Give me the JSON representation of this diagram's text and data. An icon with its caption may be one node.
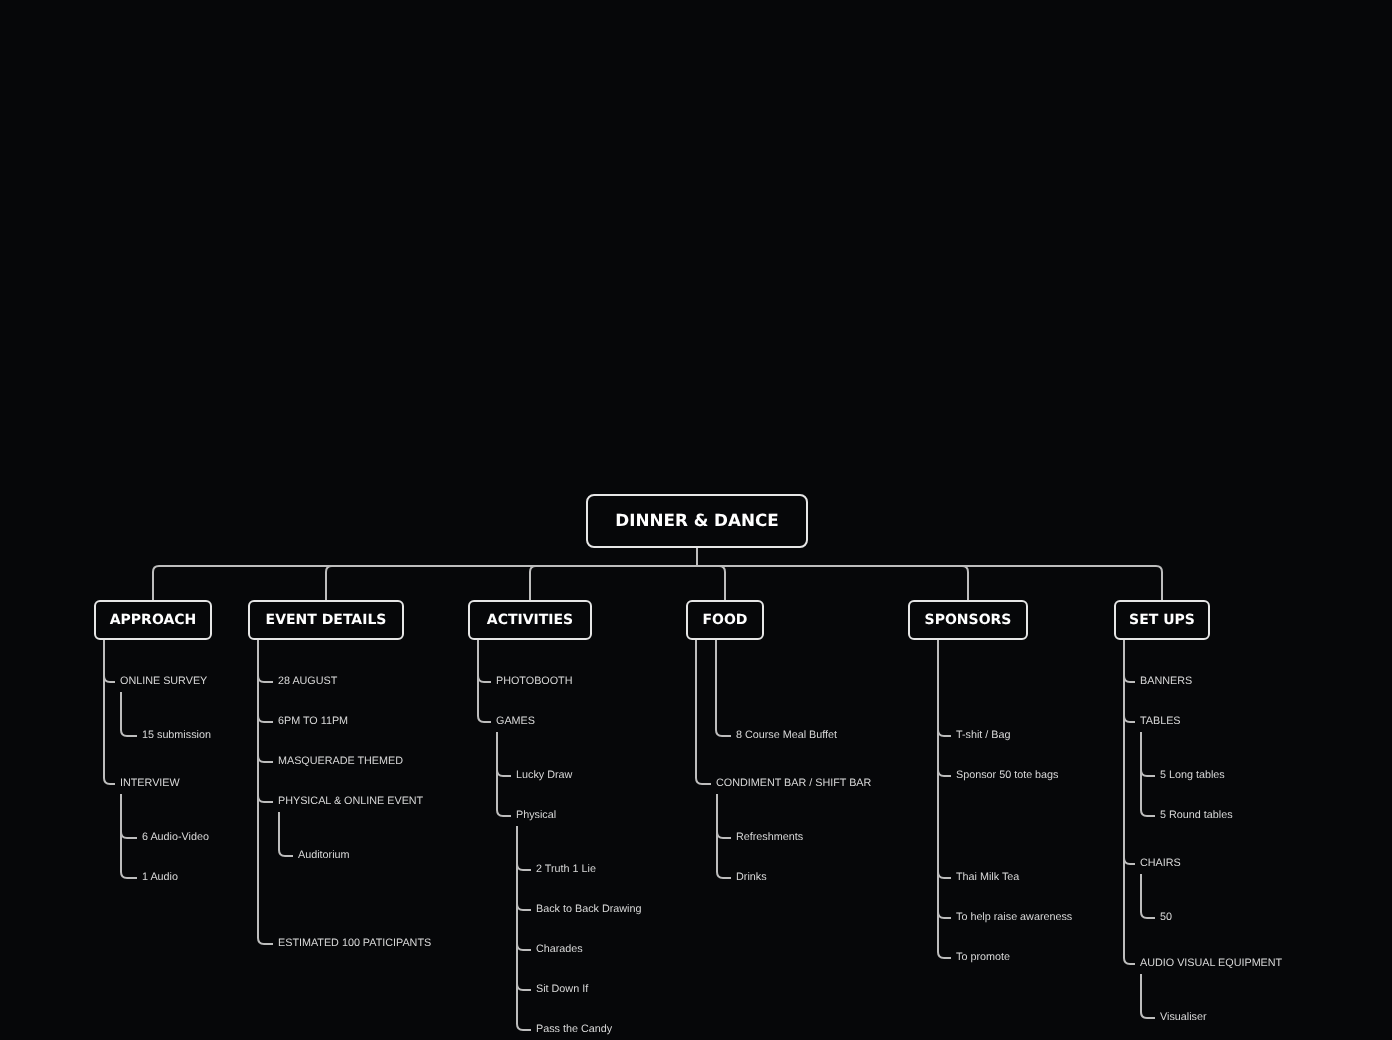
{
  "diagram": {
    "nodes": [
      {
        "text": [
          "DINNER & DANCE"
        ]
      },
      {
        "text": [
          "APPROACH"
        ]
      },
      {
        "text": [
          "ONLINE SURVEY"
        ]
      },
      {
        "text": [
          "15 submission"
        ]
      },
      {
        "text": [
          "INTERVIEW"
        ]
      },
      {
        "text": [
          "6 Audio-Video"
        ]
      },
      {
        "text": [
          "1 Audio"
        ]
      },
      {
        "text": [
          "EVENT DETAILS"
        ]
      },
      {
        "text": [
          "28 AUGUST"
        ]
      },
      {
        "text": [
          "6PM TO 11PM"
        ]
      },
      {
        "text": [
          "MASQUERADE THEMED"
        ]
      },
      {
        "text": [
          "PHYSICAL & ONLINE EVENT"
        ]
      },
      {
        "text": [
          "Auditorium"
        ]
      },
      {
        "text": [
          "ESTIMATED 100 PATICIPANTS"
        ]
      },
      {
        "text": [
          "ACTIVITIES"
        ]
      },
      {
        "text": [
          "PHOTOBOOTH"
        ]
      },
      {
        "text": [
          "GAMES"
        ]
      },
      {
        "text": [
          "Lucky Draw"
        ]
      },
      {
        "text": [
          "Physical"
        ]
      },
      {
        "text": [
          "2 Truth 1 Lie"
        ]
      },
      {
        "text": [
          "Back to Back Drawing"
        ]
      },
      {
        "text": [
          "Charades"
        ]
      },
      {
        "text": [
          "Sit Down If"
        ]
      },
      {
        "text": [
          "Pass the Candy"
        ]
      },
      {
        "text": [
          "FOOD"
        ]
      },
      {
        "text": [
          "8 Course Meal Buffet"
        ]
      },
      {
        "text": [
          "CONDIMENT BAR / SHIFT BAR"
        ]
      },
      {
        "text": [
          "Refreshments"
        ]
      },
      {
        "text": [
          "Drinks"
        ]
      },
      {
        "text": [
          "SPONSORS"
        ]
      },
      {
        "text": [
          "T-shit / Bag"
        ]
      },
      {
        "text": [
          "Sponsor 50 tote bags"
        ]
      },
      {
        "text": [
          "Thai Milk Tea"
        ]
      },
      {
        "text": [
          "To help raise awareness"
        ]
      },
      {
        "text": [
          "To promote"
        ]
      },
      {
        "text": [
          "SET UPS"
        ]
      },
      {
        "text": [
          "BANNERS"
        ]
      },
      {
        "text": [
          "TABLES"
        ]
      },
      {
        "text": [
          "5 Long tables"
        ]
      },
      {
        "text": [
          "5 Round tables"
        ]
      },
      {
        "text": [
          "CHAIRS"
        ]
      },
      {
        "text": [
          "50"
        ]
      },
      {
        "text": [
          "AUDIO VISUAL EQUIPMENT"
        ]
      },
      {
        "text": [
          "Visualiser"
        ]
      }
    ],
    "edges": [
      {
        "from": 0,
        "to": 1,
        "arrow": "none"
      },
      {
        "from": 0,
        "to": 7,
        "arrow": "none"
      },
      {
        "from": 0,
        "to": 14,
        "arrow": "none"
      },
      {
        "from": 0,
        "to": 24,
        "arrow": "none"
      },
      {
        "from": 0,
        "to": 29,
        "arrow": "none"
      },
      {
        "from": 0,
        "to": 35,
        "arrow": "none"
      },
      {
        "from": 1,
        "to": 2,
        "arrow": "none"
      },
      {
        "from": 2,
        "to": 3,
        "arrow": "none"
      },
      {
        "from": 1,
        "to": 4,
        "arrow": "none"
      },
      {
        "from": 4,
        "to": 5,
        "arrow": "none"
      },
      {
        "from": 4,
        "to": 6,
        "arrow": "none"
      },
      {
        "from": 7,
        "to": 8,
        "arrow": "none"
      },
      {
        "from": 7,
        "to": 9,
        "arrow": "none"
      },
      {
        "from": 7,
        "to": 10,
        "arrow": "none"
      },
      {
        "from": 7,
        "to": 11,
        "arrow": "none"
      },
      {
        "from": 11,
        "to": 12,
        "arrow": "none"
      },
      {
        "from": 7,
        "to": 13,
        "arrow": "none"
      },
      {
        "from": 14,
        "to": 15,
        "arrow": "none"
      },
      {
        "from": 14,
        "to": 16,
        "arrow": "none"
      },
      {
        "from": 16,
        "to": 17,
        "arrow": "none"
      },
      {
        "from": 16,
        "to": 18,
        "arrow": "none"
      },
      {
        "from": 18,
        "to": 19,
        "arrow": "none"
      },
      {
        "from": 18,
        "to": 20,
        "arrow": "none"
      },
      {
        "from": 18,
        "to": 21,
        "arrow": "none"
      },
      {
        "from": 18,
        "to": 22,
        "arrow": "none"
      },
      {
        "from": 18,
        "to": 23,
        "arrow": "none"
      },
      {
        "from": 24,
        "to": 25,
        "arrow": "none"
      },
      {
        "from": 24,
        "to": 26,
        "arrow": "none"
      },
      {
        "from": 26,
        "to": 27,
        "arrow": "none"
      },
      {
        "from": 26,
        "to": 28,
        "arrow": "none"
      },
      {
        "from": 29,
        "to": 30,
        "arrow": "none"
      },
      {
        "from": 29,
        "to": 31,
        "arrow": "none"
      },
      {
        "from": 29,
        "to": 32,
        "arrow": "none"
      },
      {
        "from": 29,
        "to": 33,
        "arrow": "none"
      },
      {
        "from": 29,
        "to": 34,
        "arrow": "none"
      },
      {
        "from": 35,
        "to": 36,
        "arrow": "none"
      },
      {
        "from": 35,
        "to": 37,
        "arrow": "none"
      },
      {
        "from": 37,
        "to": 38,
        "arrow": "none"
      },
      {
        "from": 37,
        "to": 39,
        "arrow": "none"
      },
      {
        "from": 35,
        "to": 40,
        "arrow": "none"
      },
      {
        "from": 40,
        "to": 41,
        "arrow": "none"
      },
      {
        "from": 35,
        "to": 42,
        "arrow": "none"
      },
      {
        "from": 42,
        "to": 43,
        "arrow": "none"
      }
    ]
  }
}
